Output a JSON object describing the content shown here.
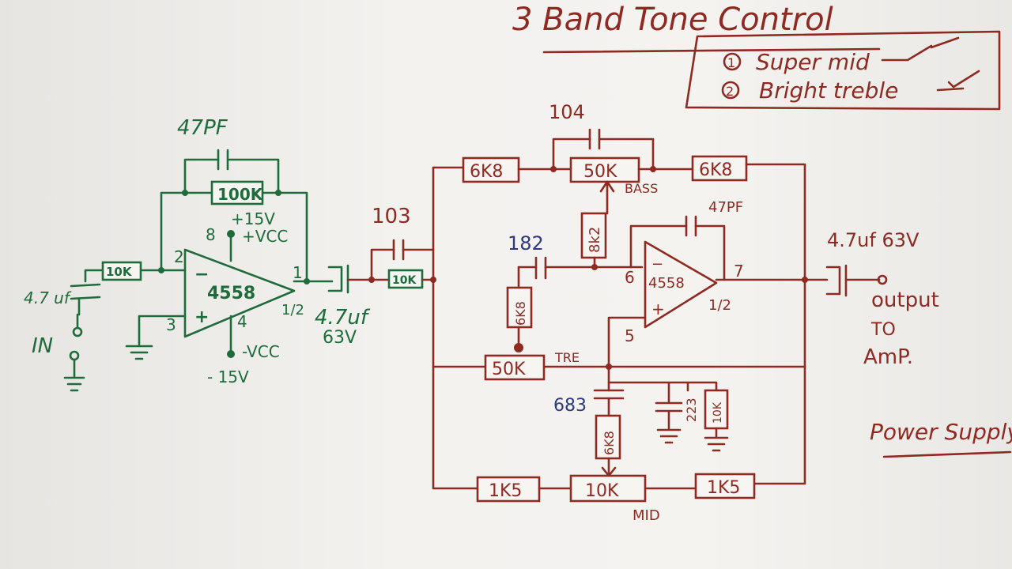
{
  "title": "3 Band Tone Control",
  "notes": {
    "item1": "Super mid",
    "item2": "Bright treble",
    "num1": "1",
    "num2": "2"
  },
  "pre_amp": {
    "cap_feedback": "47PF",
    "res_feedback": "100K",
    "res_input": "10K",
    "cap_input": "4.7 uf",
    "input_label": "IN",
    "ic": "4558",
    "half": "1/2",
    "pin2": "2",
    "pin3": "3",
    "pin1": "1",
    "pin8": "8",
    "pin4": "4",
    "supply_pos": "+15V",
    "vcc_pos": "+VCC",
    "vcc_neg": "-VCC",
    "supply_neg": "- 15V",
    "cap_output": "4.7uf",
    "cap_output_v": "63V",
    "minus": "−",
    "plus": "+"
  },
  "tone_stage": {
    "cap_103": "103",
    "res_10k_in": "10K",
    "cap_104": "104",
    "res_6k8_left": "6K8",
    "pot_bass": "50K",
    "bass_label": "BASS",
    "res_6k8_right": "6K8",
    "res_8k2": "8k2",
    "cap_182": "182",
    "res_6k8_treble": "6K8",
    "pot_treble": "50K",
    "treble_label": "TRE",
    "cap_47pf": "47PF",
    "ic": "4558",
    "half": "1/2",
    "pin6": "6",
    "pin5": "5",
    "pin7": "7",
    "minus": "−",
    "plus": "+",
    "cap_683": "683",
    "res_6k8_mid": "6K8",
    "cap_223": "223",
    "res_10k_ground": "10K",
    "res_1k5_left": "1K5",
    "pot_mid": "10K",
    "mid_label": "MID",
    "res_1k5_right": "1K5"
  },
  "output": {
    "cap": "4.7uf 63V",
    "line1": "output",
    "line2": "TO",
    "line3": "AmP."
  },
  "power_supply": "Power Supply"
}
